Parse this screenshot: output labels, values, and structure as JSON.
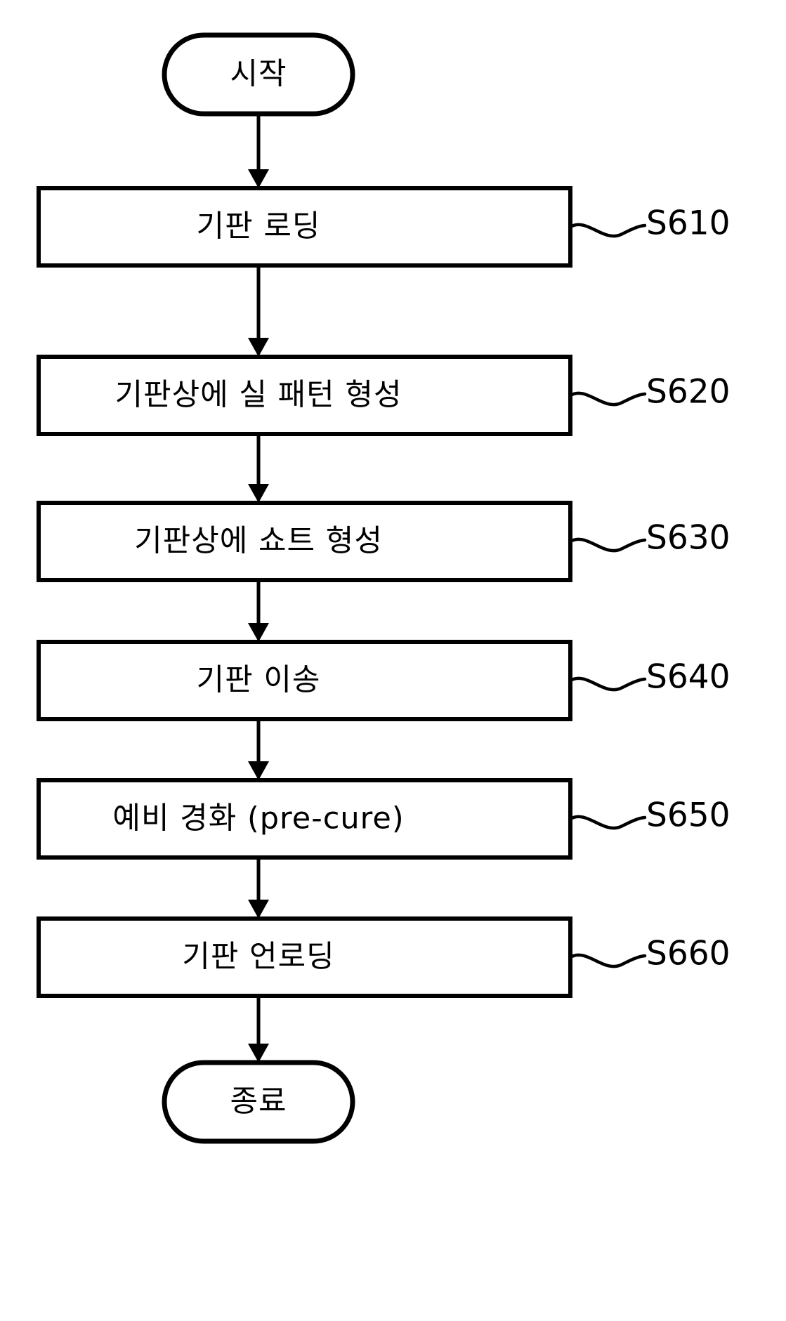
{
  "diagram": {
    "type": "flowchart",
    "orientation": "vertical",
    "language": "ko",
    "stroke_color": "#000000",
    "background_color": "#ffffff",
    "start": {
      "label": "시작",
      "shape": "stadium"
    },
    "end": {
      "label": "종료",
      "shape": "stadium"
    },
    "steps": [
      {
        "label": "기판 로딩",
        "ref": "S610",
        "shape": "rect"
      },
      {
        "label": "기판상에 실 패턴 형성",
        "ref": "S620",
        "shape": "rect"
      },
      {
        "label": "기판상에 쇼트 형성",
        "ref": "S630",
        "shape": "rect"
      },
      {
        "label": "기판 이송",
        "ref": "S640",
        "shape": "rect"
      },
      {
        "label": "예비 경화 (pre-cure)",
        "ref": "S650",
        "shape": "rect"
      },
      {
        "label": "기판 언로딩",
        "ref": "S660",
        "shape": "rect"
      }
    ]
  }
}
